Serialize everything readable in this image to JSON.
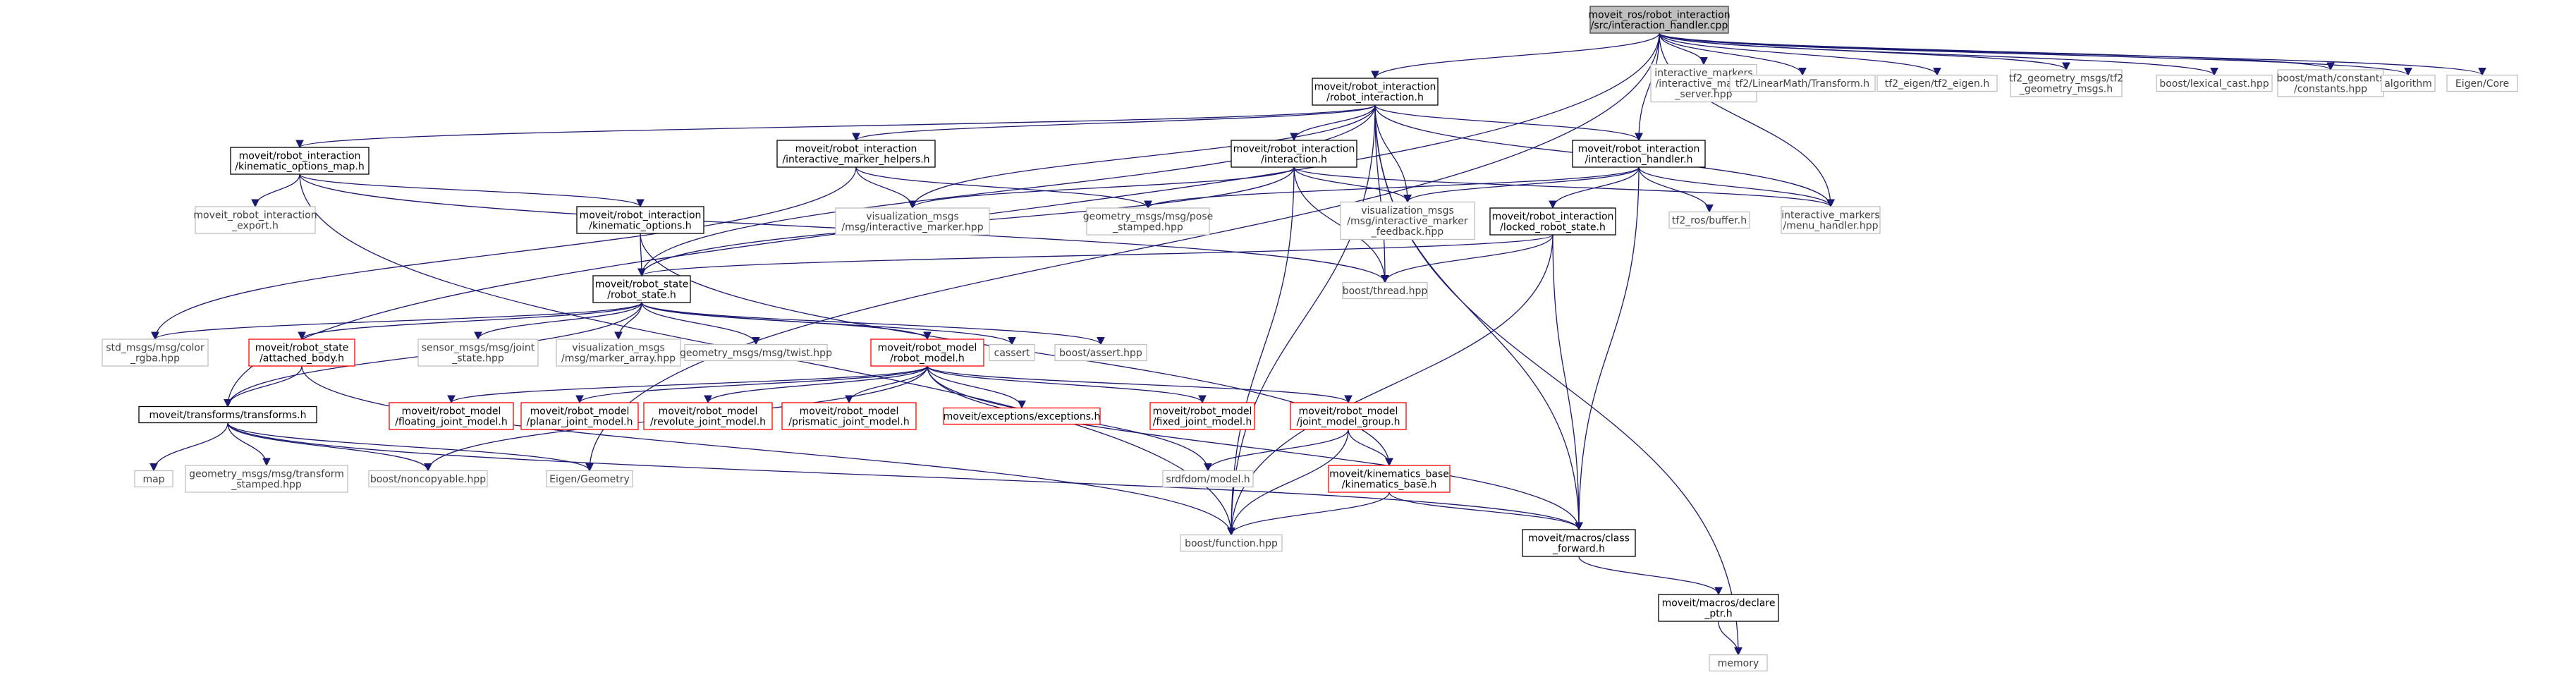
{
  "nodes": [
    {
      "id": "root",
      "lines": [
        "moveit_ros/robot_interaction",
        "/src/interaction_handler.cpp"
      ],
      "kind": "root"
    },
    {
      "id": "ri_h",
      "lines": [
        "moveit/robot_interaction",
        "/robot_interaction.h"
      ],
      "kind": "normal"
    },
    {
      "id": "im_srv",
      "lines": [
        "interactive_markers",
        "/interactive_marker",
        "_server.hpp"
      ],
      "kind": "gray"
    },
    {
      "id": "tf2_lm",
      "lines": [
        "tf2/LinearMath/Transform.h"
      ],
      "kind": "gray"
    },
    {
      "id": "tf2_eigen",
      "lines": [
        "tf2_eigen/tf2_eigen.h"
      ],
      "kind": "gray"
    },
    {
      "id": "tf2_geo",
      "lines": [
        "tf2_geometry_msgs/tf2",
        "_geometry_msgs.h"
      ],
      "kind": "gray"
    },
    {
      "id": "lex",
      "lines": [
        "boost/lexical_cast.hpp"
      ],
      "kind": "gray"
    },
    {
      "id": "bmath",
      "lines": [
        "boost/math/constants",
        "/constants.hpp"
      ],
      "kind": "gray"
    },
    {
      "id": "algo",
      "lines": [
        "algorithm"
      ],
      "kind": "gray"
    },
    {
      "id": "eigen_core",
      "lines": [
        "Eigen/Core"
      ],
      "kind": "gray"
    },
    {
      "id": "kom_h",
      "lines": [
        "moveit/robot_interaction",
        "/kinematic_options_map.h"
      ],
      "kind": "normal"
    },
    {
      "id": "imh_h",
      "lines": [
        "moveit/robot_interaction",
        "/interactive_marker_helpers.h"
      ],
      "kind": "normal"
    },
    {
      "id": "inter_h",
      "lines": [
        "moveit/robot_interaction",
        "/interaction.h"
      ],
      "kind": "normal"
    },
    {
      "id": "ih_h",
      "lines": [
        "moveit/robot_interaction",
        "/interaction_handler.h"
      ],
      "kind": "normal"
    },
    {
      "id": "export_h",
      "lines": [
        "moveit_robot_interaction",
        "_export.h"
      ],
      "kind": "gray"
    },
    {
      "id": "ko_h",
      "lines": [
        "moveit/robot_interaction",
        "/kinematic_options.h"
      ],
      "kind": "normal"
    },
    {
      "id": "vis_im",
      "lines": [
        "visualization_msgs",
        "/msg/interactive_marker.hpp"
      ],
      "kind": "gray"
    },
    {
      "id": "geo_pose",
      "lines": [
        "geometry_msgs/msg/pose",
        "_stamped.hpp"
      ],
      "kind": "gray"
    },
    {
      "id": "vis_imf",
      "lines": [
        "visualization_msgs",
        "/msg/interactive_marker",
        "_feedback.hpp"
      ],
      "kind": "gray"
    },
    {
      "id": "lrs_h",
      "lines": [
        "moveit/robot_interaction",
        "/locked_robot_state.h"
      ],
      "kind": "normal"
    },
    {
      "id": "tf2_buf",
      "lines": [
        "tf2_ros/buffer.h"
      ],
      "kind": "gray"
    },
    {
      "id": "menu_h",
      "lines": [
        "interactive_markers",
        "/menu_handler.hpp"
      ],
      "kind": "gray"
    },
    {
      "id": "rs_h",
      "lines": [
        "moveit/robot_state",
        "/robot_state.h"
      ],
      "kind": "normal"
    },
    {
      "id": "thread",
      "lines": [
        "boost/thread.hpp"
      ],
      "kind": "gray"
    },
    {
      "id": "std_color",
      "lines": [
        "std_msgs/msg/color",
        "_rgba.hpp"
      ],
      "kind": "gray"
    },
    {
      "id": "ab_h",
      "lines": [
        "moveit/robot_state",
        "/attached_body.h"
      ],
      "kind": "red"
    },
    {
      "id": "js_hpp",
      "lines": [
        "sensor_msgs/msg/joint",
        "_state.hpp"
      ],
      "kind": "gray"
    },
    {
      "id": "vis_ma",
      "lines": [
        "visualization_msgs",
        "/msg/marker_array.hpp"
      ],
      "kind": "gray"
    },
    {
      "id": "twist",
      "lines": [
        "geometry_msgs/msg/twist.hpp"
      ],
      "kind": "gray"
    },
    {
      "id": "rm_h",
      "lines": [
        "moveit/robot_model",
        "/robot_model.h"
      ],
      "kind": "red"
    },
    {
      "id": "cassert",
      "lines": [
        "cassert"
      ],
      "kind": "gray"
    },
    {
      "id": "bassert",
      "lines": [
        "boost/assert.hpp"
      ],
      "kind": "gray"
    },
    {
      "id": "tr_h",
      "lines": [
        "moveit/transforms/transforms.h"
      ],
      "kind": "normal"
    },
    {
      "id": "fj_h",
      "lines": [
        "moveit/robot_model",
        "/floating_joint_model.h"
      ],
      "kind": "red"
    },
    {
      "id": "pj_h",
      "lines": [
        "moveit/robot_model",
        "/planar_joint_model.h"
      ],
      "kind": "red"
    },
    {
      "id": "rj_h",
      "lines": [
        "moveit/robot_model",
        "/revolute_joint_model.h"
      ],
      "kind": "red"
    },
    {
      "id": "prj_h",
      "lines": [
        "moveit/robot_model",
        "/prismatic_joint_model.h"
      ],
      "kind": "red"
    },
    {
      "id": "exc_h",
      "lines": [
        "moveit/exceptions/exceptions.h"
      ],
      "kind": "red"
    },
    {
      "id": "fxj_h",
      "lines": [
        "moveit/robot_model",
        "/fixed_joint_model.h"
      ],
      "kind": "red"
    },
    {
      "id": "jmg_h",
      "lines": [
        "moveit/robot_model",
        "/joint_model_group.h"
      ],
      "kind": "red"
    },
    {
      "id": "map",
      "lines": [
        "map"
      ],
      "kind": "gray"
    },
    {
      "id": "geo_ts",
      "lines": [
        "geometry_msgs/msg/transform",
        "_stamped.hpp"
      ],
      "kind": "gray"
    },
    {
      "id": "noncopy",
      "lines": [
        "boost/noncopyable.hpp"
      ],
      "kind": "gray"
    },
    {
      "id": "eigen_geo",
      "lines": [
        "Eigen/Geometry"
      ],
      "kind": "gray"
    },
    {
      "id": "srdf",
      "lines": [
        "srdfdom/model.h"
      ],
      "kind": "gray"
    },
    {
      "id": "kb_h",
      "lines": [
        "moveit/kinematics_base",
        "/kinematics_base.h"
      ],
      "kind": "red"
    },
    {
      "id": "bfunc",
      "lines": [
        "boost/function.hpp"
      ],
      "kind": "gray"
    },
    {
      "id": "cf_h",
      "lines": [
        "moveit/macros/class",
        "_forward.h"
      ],
      "kind": "normal"
    },
    {
      "id": "dp_h",
      "lines": [
        "moveit/macros/declare",
        "_ptr.h"
      ],
      "kind": "normal"
    },
    {
      "id": "memory",
      "lines": [
        "memory"
      ],
      "kind": "gray"
    }
  ],
  "edges": [
    [
      "root",
      "ri_h"
    ],
    [
      "root",
      "im_srv"
    ],
    [
      "root",
      "tf2_lm"
    ],
    [
      "root",
      "tf2_eigen"
    ],
    [
      "root",
      "tf2_geo"
    ],
    [
      "root",
      "lex"
    ],
    [
      "root",
      "bmath"
    ],
    [
      "root",
      "algo"
    ],
    [
      "root",
      "eigen_core"
    ],
    [
      "root",
      "ih_h"
    ],
    [
      "root",
      "menu_h"
    ],
    [
      "root",
      "tr_h"
    ],
    [
      "root",
      "eigen_geo"
    ],
    [
      "ri_h",
      "kom_h"
    ],
    [
      "ri_h",
      "imh_h"
    ],
    [
      "ri_h",
      "inter_h"
    ],
    [
      "ri_h",
      "ih_h"
    ],
    [
      "ri_h",
      "vis_im"
    ],
    [
      "ri_h",
      "vis_imf"
    ],
    [
      "ri_h",
      "menu_h"
    ],
    [
      "ri_h",
      "thread"
    ],
    [
      "ri_h",
      "rs_h"
    ],
    [
      "ri_h",
      "cf_h"
    ],
    [
      "ri_h",
      "memory"
    ],
    [
      "ri_h",
      "bfunc"
    ],
    [
      "kom_h",
      "export_h"
    ],
    [
      "kom_h",
      "ko_h"
    ],
    [
      "kom_h",
      "thread"
    ],
    [
      "kom_h",
      "bfunc"
    ],
    [
      "imh_h",
      "vis_im"
    ],
    [
      "imh_h",
      "geo_pose"
    ],
    [
      "imh_h",
      "std_color"
    ],
    [
      "inter_h",
      "vis_im"
    ],
    [
      "inter_h",
      "vis_imf"
    ],
    [
      "inter_h",
      "menu_h"
    ],
    [
      "inter_h",
      "rs_h"
    ],
    [
      "inter_h",
      "thread"
    ],
    [
      "inter_h",
      "bfunc"
    ],
    [
      "ih_h",
      "geo_pose"
    ],
    [
      "ih_h",
      "vis_imf"
    ],
    [
      "ih_h",
      "tf2_buf"
    ],
    [
      "ih_h",
      "menu_h"
    ],
    [
      "ih_h",
      "lrs_h"
    ],
    [
      "ih_h",
      "cf_h"
    ],
    [
      "ko_h",
      "rs_h"
    ],
    [
      "ko_h",
      "kb_h"
    ],
    [
      "lrs_h",
      "rs_h"
    ],
    [
      "lrs_h",
      "thread"
    ],
    [
      "lrs_h",
      "cf_h"
    ],
    [
      "lrs_h",
      "bfunc"
    ],
    [
      "rs_h",
      "std_color"
    ],
    [
      "rs_h",
      "ab_h"
    ],
    [
      "rs_h",
      "js_hpp"
    ],
    [
      "rs_h",
      "vis_ma"
    ],
    [
      "rs_h",
      "twist"
    ],
    [
      "rs_h",
      "rm_h"
    ],
    [
      "rs_h",
      "cassert"
    ],
    [
      "rs_h",
      "bassert"
    ],
    [
      "rs_h",
      "tr_h"
    ],
    [
      "ab_h",
      "tr_h"
    ],
    [
      "ab_h",
      "bfunc"
    ],
    [
      "rm_h",
      "fj_h"
    ],
    [
      "rm_h",
      "pj_h"
    ],
    [
      "rm_h",
      "rj_h"
    ],
    [
      "rm_h",
      "prj_h"
    ],
    [
      "rm_h",
      "exc_h"
    ],
    [
      "rm_h",
      "fxj_h"
    ],
    [
      "rm_h",
      "jmg_h"
    ],
    [
      "rm_h",
      "srdf"
    ],
    [
      "rm_h",
      "cf_h"
    ],
    [
      "rm_h",
      "noncopy"
    ],
    [
      "tr_h",
      "map"
    ],
    [
      "tr_h",
      "geo_ts"
    ],
    [
      "tr_h",
      "noncopy"
    ],
    [
      "tr_h",
      "eigen_geo"
    ],
    [
      "tr_h",
      "cf_h"
    ],
    [
      "jmg_h",
      "srdf"
    ],
    [
      "jmg_h",
      "kb_h"
    ],
    [
      "jmg_h",
      "bfunc"
    ],
    [
      "kb_h",
      "bfunc"
    ],
    [
      "kb_h",
      "cf_h"
    ],
    [
      "cf_h",
      "dp_h"
    ],
    [
      "dp_h",
      "memory"
    ]
  ]
}
